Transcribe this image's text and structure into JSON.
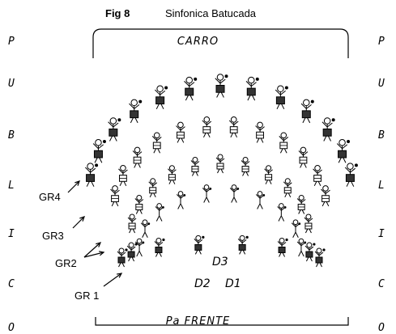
{
  "figure": {
    "number": "Fig 8",
    "title": "Sinfonica Batucada"
  },
  "stage_labels": {
    "top": "CARRO",
    "bottom": "Pa FRENTE",
    "d3": "D3",
    "d2": "D2",
    "d1": "D1"
  },
  "side_text": [
    "P",
    "U",
    "B",
    "L",
    "I",
    "C",
    "O"
  ],
  "groups": [
    {
      "label": "GR4"
    },
    {
      "label": "GR3"
    },
    {
      "label": "GR2"
    },
    {
      "label": "GR 1"
    }
  ]
}
